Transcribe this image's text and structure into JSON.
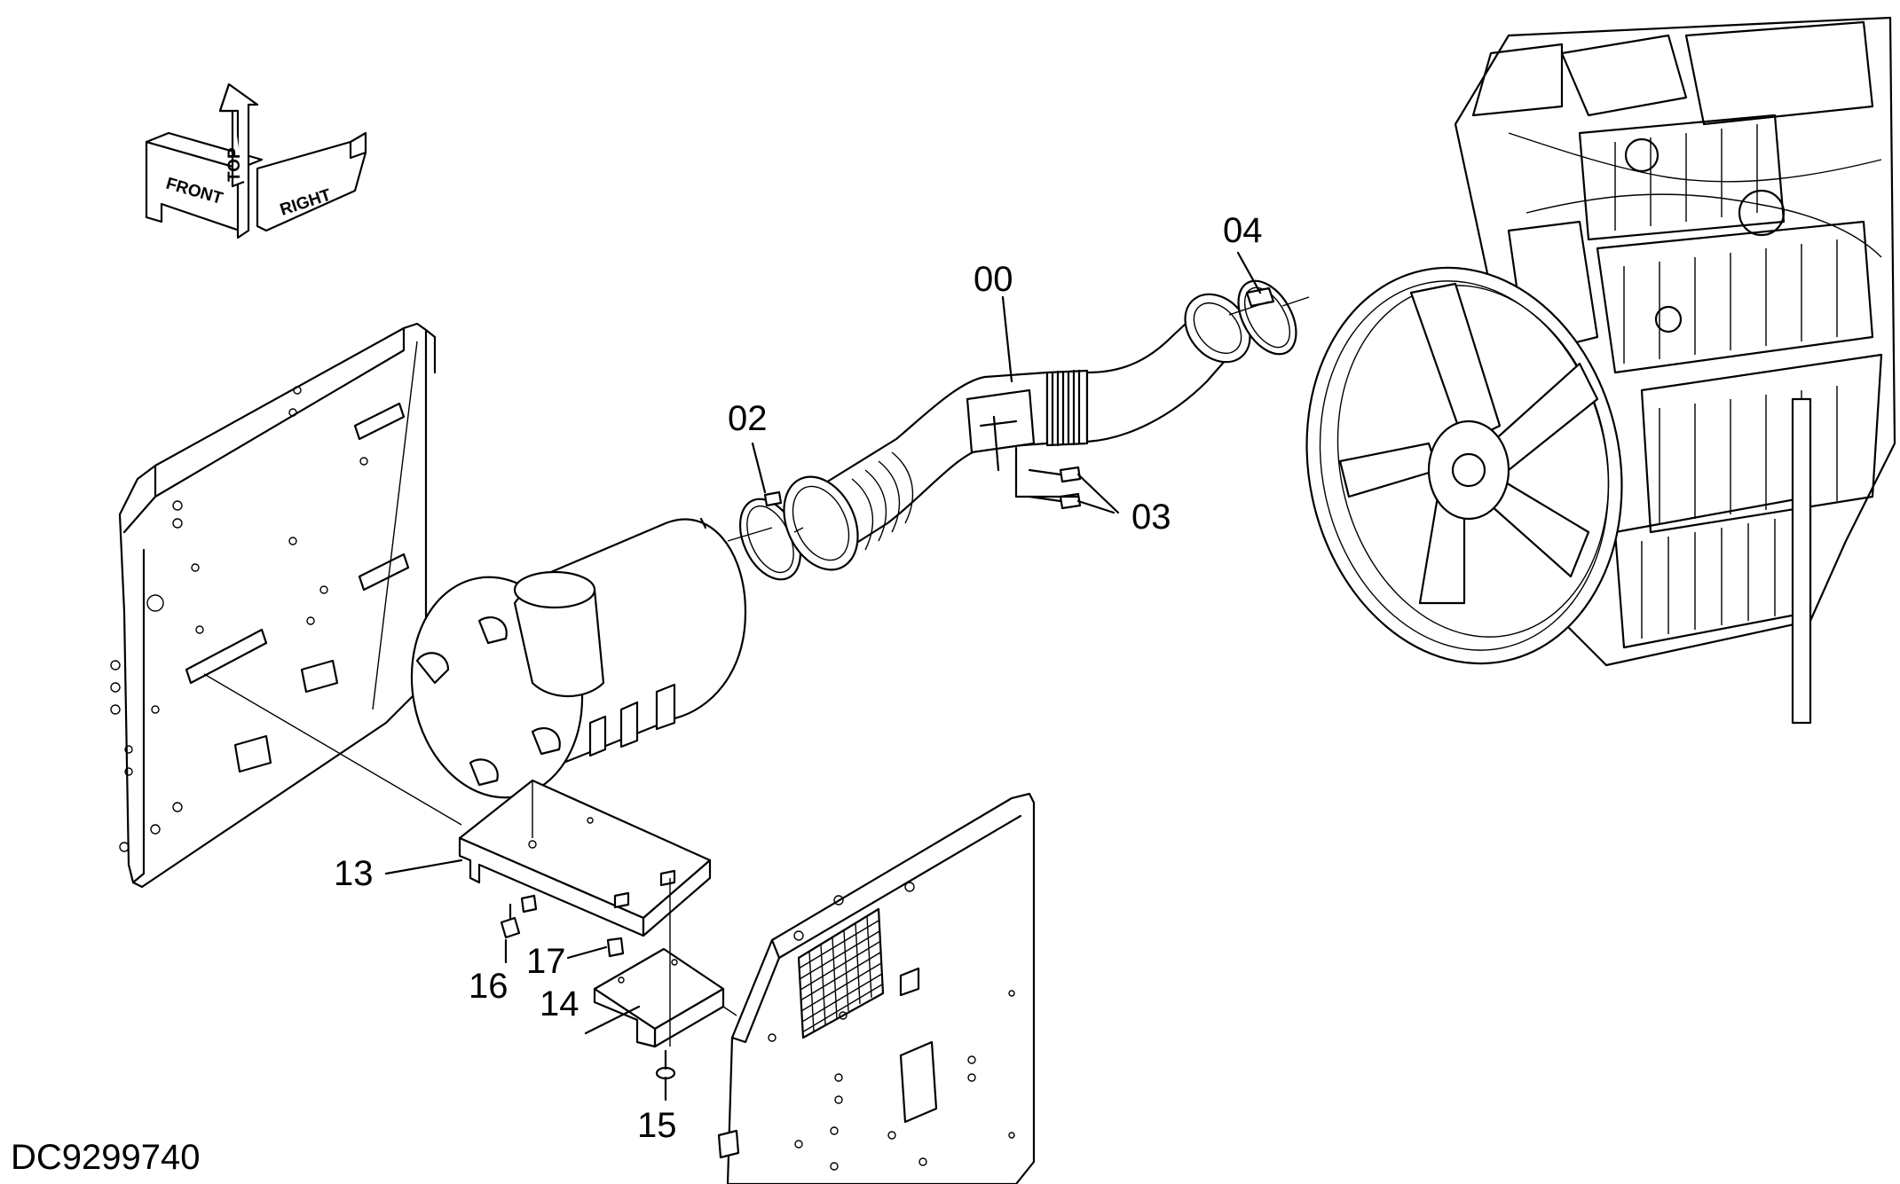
{
  "drawing_number": "DC9299740",
  "orientation": {
    "labels": [
      "FRONT",
      "TOP",
      "RIGHT"
    ],
    "icon": "three-axis-orientation-arrows"
  },
  "callouts": [
    {
      "id": "00",
      "label": "00"
    },
    {
      "id": "02",
      "label": "02"
    },
    {
      "id": "03",
      "label": "03"
    },
    {
      "id": "04",
      "label": "04"
    },
    {
      "id": "13",
      "label": "13"
    },
    {
      "id": "14",
      "label": "14"
    },
    {
      "id": "15",
      "label": "15"
    },
    {
      "id": "16",
      "label": "16"
    },
    {
      "id": "17",
      "label": "17"
    }
  ]
}
